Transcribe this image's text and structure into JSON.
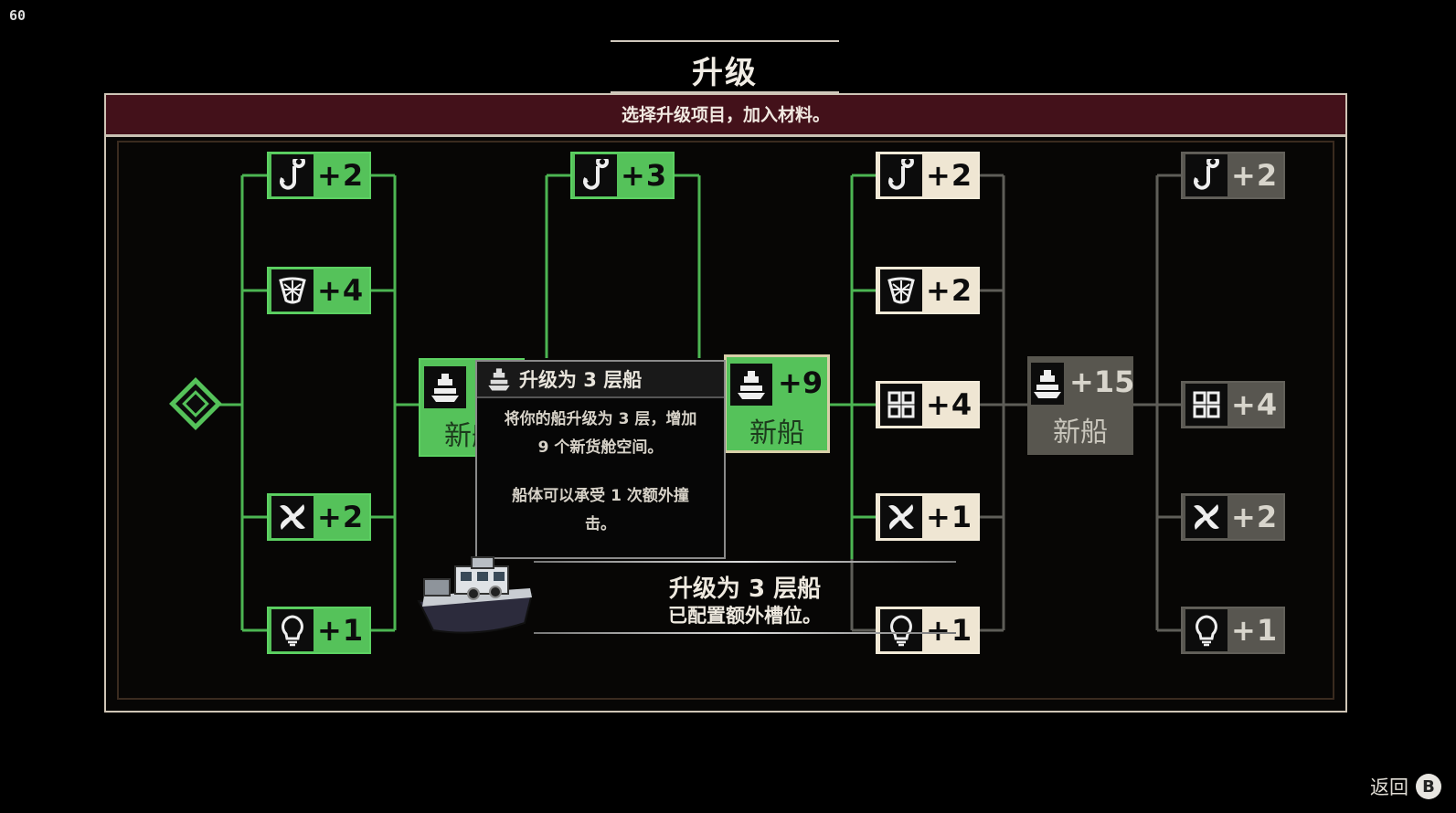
{
  "hud": {
    "fps": "60"
  },
  "screen": {
    "title": "升级",
    "instruction": "选择升级项目，加入材料。"
  },
  "branch_1": {
    "nodes": [
      {
        "icon": "hook-icon",
        "value": "+2",
        "state": "owned"
      },
      {
        "icon": "net-icon",
        "value": "+4",
        "state": "owned"
      },
      {
        "icon": "engine-icon",
        "value": "+2",
        "state": "owned"
      },
      {
        "icon": "light-icon",
        "value": "+1",
        "state": "owned"
      }
    ]
  },
  "ship_2": {
    "icon": "ship-icon",
    "label": "新船"
  },
  "branch_2": {
    "nodes": [
      {
        "icon": "hook-icon",
        "value": "+3",
        "state": "owned"
      }
    ]
  },
  "ship_3": {
    "icon": "ship-icon",
    "value": "+9",
    "label": "新船",
    "state": "selected"
  },
  "branch_3": {
    "nodes": [
      {
        "icon": "hook-icon",
        "value": "+2",
        "state": "available"
      },
      {
        "icon": "net-icon",
        "value": "+2",
        "state": "available"
      },
      {
        "icon": "grid-icon",
        "value": "+4",
        "state": "available"
      },
      {
        "icon": "engine-icon",
        "value": "+1",
        "state": "available"
      },
      {
        "icon": "light-icon",
        "value": "+1",
        "state": "available"
      }
    ]
  },
  "ship_4": {
    "icon": "ship-icon",
    "value": "+15",
    "label": "新船",
    "state": "locked"
  },
  "branch_4": {
    "nodes": [
      {
        "icon": "hook-icon",
        "value": "+2",
        "state": "locked"
      },
      {
        "icon": "grid-icon",
        "value": "+4",
        "state": "locked"
      },
      {
        "icon": "engine-icon",
        "value": "+2",
        "state": "locked"
      },
      {
        "icon": "light-icon",
        "value": "+1",
        "state": "locked"
      }
    ]
  },
  "tooltip": {
    "title": "升级为 3 层船",
    "line1": "将你的船升级为 3 层，增加",
    "line2": "9 个新货舱空间。",
    "line3": "船体可以承受 1 次额外撞",
    "line4": "击。"
  },
  "notification": {
    "title": "升级为 3 层船",
    "subtitle": "已配置额外槽位。"
  },
  "footer": {
    "back_label": "返回",
    "back_button": "B"
  },
  "colors": {
    "owned": "#55c25a",
    "available": "#efe6d3",
    "locked": "#585650",
    "banner": "#43111a"
  }
}
